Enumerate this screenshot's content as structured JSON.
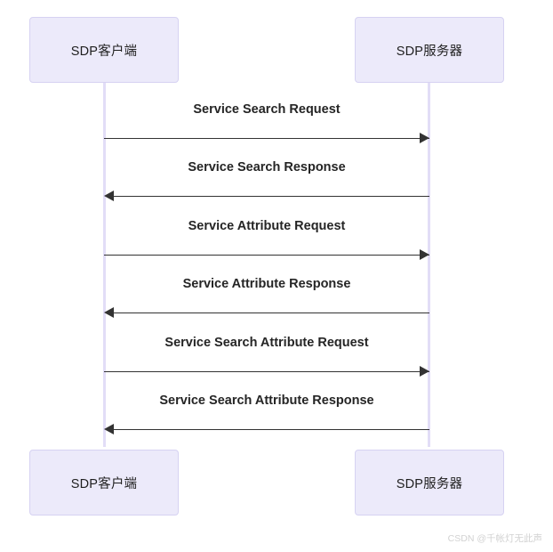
{
  "diagram": {
    "type": "sequence",
    "participants": [
      {
        "id": "client",
        "label": "SDP客户端"
      },
      {
        "id": "server",
        "label": "SDP服务器"
      }
    ],
    "messages": [
      {
        "label": "Service Search Request",
        "from": "client",
        "to": "server",
        "direction": "right"
      },
      {
        "label": "Service Search Response",
        "from": "server",
        "to": "client",
        "direction": "left"
      },
      {
        "label": "Service Attribute Request",
        "from": "client",
        "to": "server",
        "direction": "right"
      },
      {
        "label": "Service Attribute Response",
        "from": "server",
        "to": "client",
        "direction": "left"
      },
      {
        "label": "Service Search Attribute Request",
        "from": "client",
        "to": "server",
        "direction": "right"
      },
      {
        "label": "Service Search Attribute Response",
        "from": "server",
        "to": "client",
        "direction": "left"
      }
    ],
    "colors": {
      "box_fill": "#eceafa",
      "box_border": "#d6d2f2",
      "lifeline": "#e2ddf7",
      "arrow": "#333333",
      "text": "#252525",
      "background": "#ffffff",
      "watermark": "#d2d2d2"
    }
  },
  "watermark": {
    "text": "CSDN @千帐灯无此声"
  }
}
